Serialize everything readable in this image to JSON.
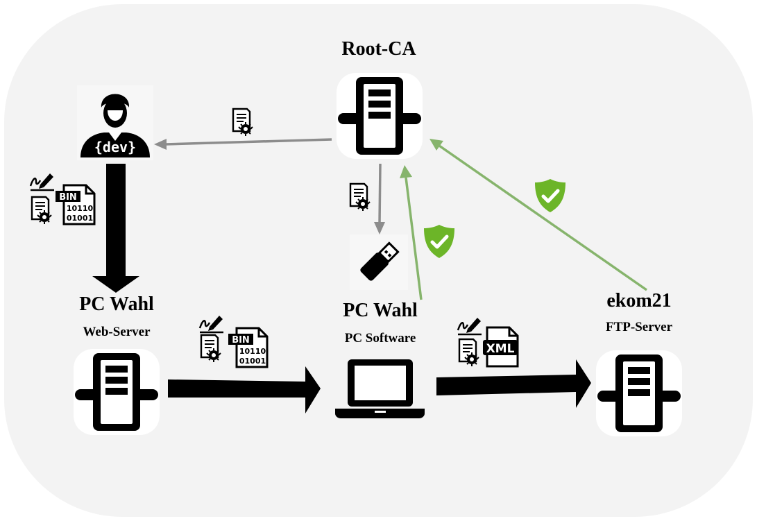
{
  "nodes": {
    "root_ca": {
      "title": "Root-CA"
    },
    "dev": {
      "badge": "{dev}"
    },
    "web_server": {
      "title": "PC Wahl",
      "subtitle": "Web-Server"
    },
    "pc_software": {
      "title": "PC Wahl",
      "subtitle": "PC Software"
    },
    "ftp_server": {
      "title": "ekom21",
      "subtitle": "FTP-Server"
    }
  },
  "artifacts": {
    "bin_label": "BIN",
    "bin_line1": "10110",
    "bin_line2": "01001",
    "xml_label": "XML"
  },
  "icons": {
    "server": "server-icon",
    "developer": "developer-icon",
    "laptop": "laptop-icon",
    "usb": "usb-stick-icon",
    "certificate": "certificate-icon",
    "signature": "signature-pen-icon",
    "shield": "shield-check-icon"
  },
  "colors": {
    "panel": "#f3f3f3",
    "gray_arrow": "#8c8c8c",
    "green_arrow": "#86b46c",
    "shield_green": "#6cb528",
    "black": "#000000"
  }
}
